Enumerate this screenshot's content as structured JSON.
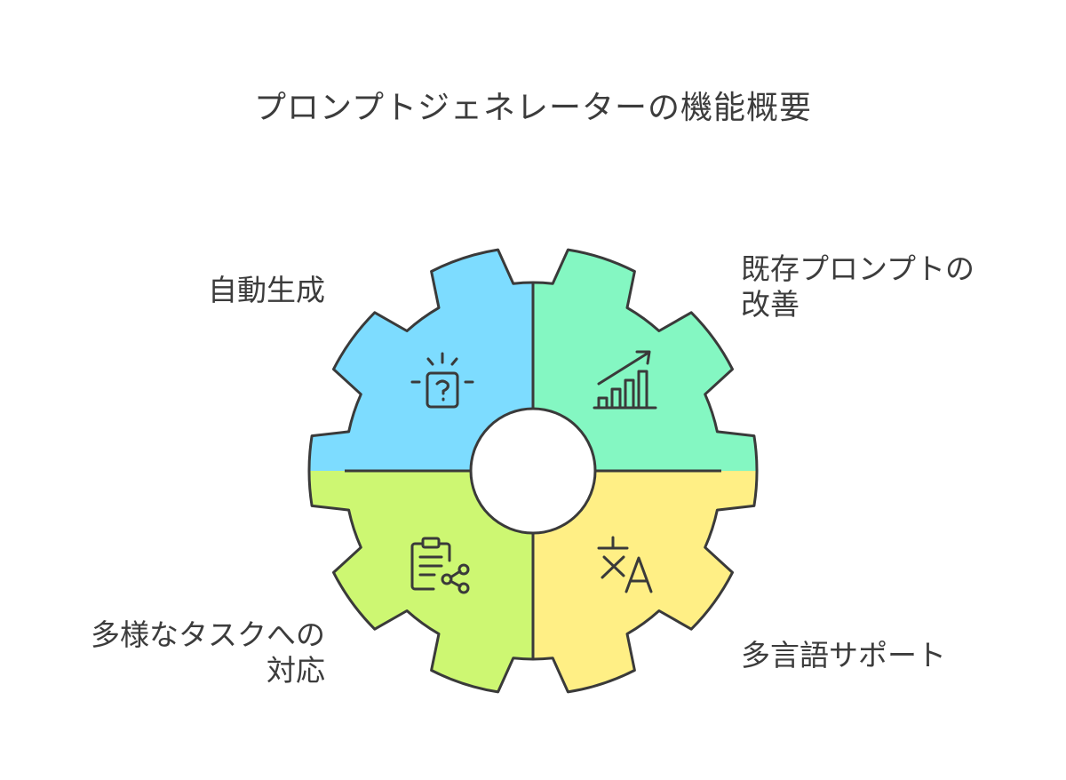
{
  "title": "プロンプトジェネレーターの機能概要",
  "segments": {
    "auto_generate": {
      "label_lines": [
        "自動生成"
      ],
      "icon": "question-box-icon",
      "color": "#7ddcff"
    },
    "improve_prompt": {
      "label_lines": [
        "既存プロンプトの",
        "改善"
      ],
      "icon": "growth-chart-icon",
      "color": "#84f7c2"
    },
    "multi_task": {
      "label_lines": [
        "多様なタスクへの",
        "対応"
      ],
      "icon": "clipboard-share-icon",
      "color": "#cdf772"
    },
    "multilingual": {
      "label_lines": [
        "多言語サポート"
      ],
      "icon": "translate-icon",
      "color": "#ffef85"
    }
  },
  "colors": {
    "outline": "#3a3a3a",
    "center_hole": "#ffffff"
  }
}
